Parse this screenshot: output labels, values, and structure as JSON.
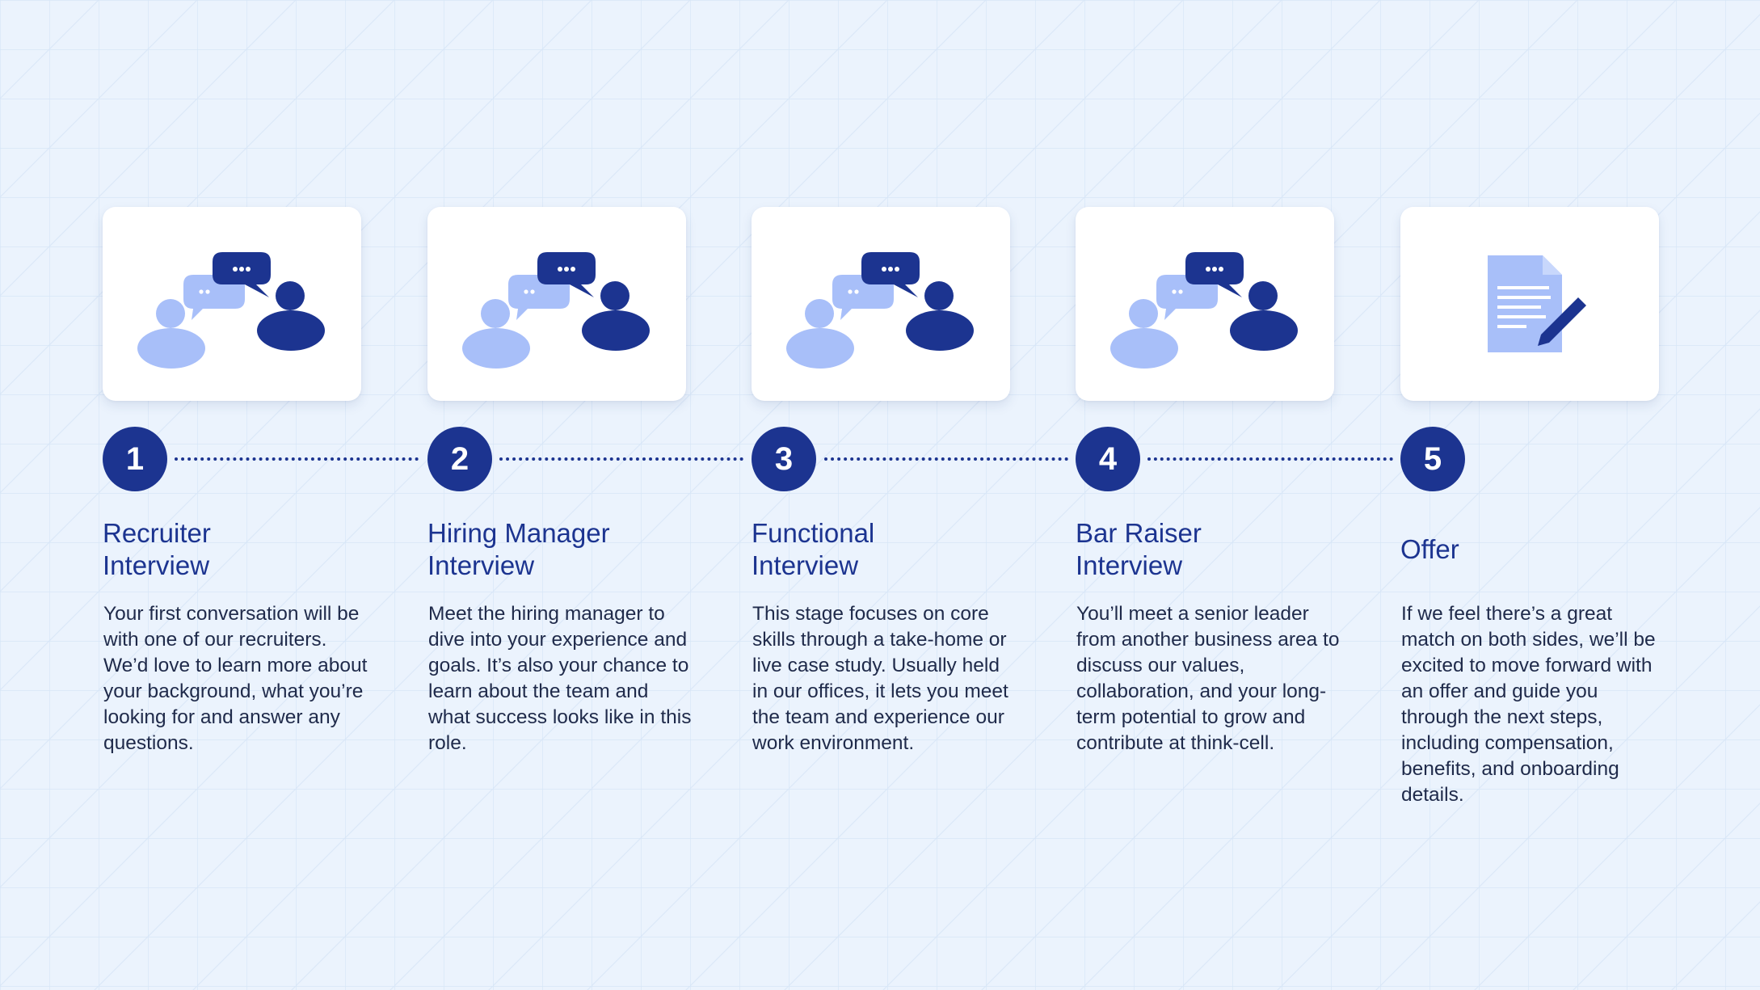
{
  "colors": {
    "navy": "#1c3490",
    "light_blue": "#a8bff9",
    "background": "#ebf3fd",
    "grid": "#d7e6f7",
    "card": "#ffffff"
  },
  "steps": [
    {
      "number": "1",
      "title_line1": "Recruiter",
      "title_line2": "Interview",
      "description": "Your first conversation will be with one of our recruiters. We’d love to learn more about your background, what you’re looking for and answer any questions.",
      "icon": "people-conversation-icon"
    },
    {
      "number": "2",
      "title_line1": "Hiring Manager",
      "title_line2": "Interview",
      "description": "Meet the hiring manager to dive into your experience and goals. It’s also your chance to learn about the team and what success looks like in this role.",
      "icon": "people-conversation-icon"
    },
    {
      "number": "3",
      "title_line1": "Functional",
      "title_line2": "Interview",
      "description": "This stage focuses on core skills through a take-home or live case study. Usually held in our offices, it lets you meet the team and experience our work environment.",
      "icon": "people-conversation-icon"
    },
    {
      "number": "4",
      "title_line1": "Bar Raiser",
      "title_line2": "Interview",
      "description": "You’ll meet a senior leader from another business area to discuss our values, collaboration, and your long-term potential to grow and contribute at think-cell.",
      "icon": "people-conversation-icon"
    },
    {
      "number": "5",
      "title_line1": "Offer",
      "title_line2": "",
      "description": "If we feel there’s a great match on both sides, we’ll be excited to move forward with an offer and guide you through the next steps, including compensation, benefits, and onboarding details.",
      "icon": "document-signing-icon"
    }
  ]
}
